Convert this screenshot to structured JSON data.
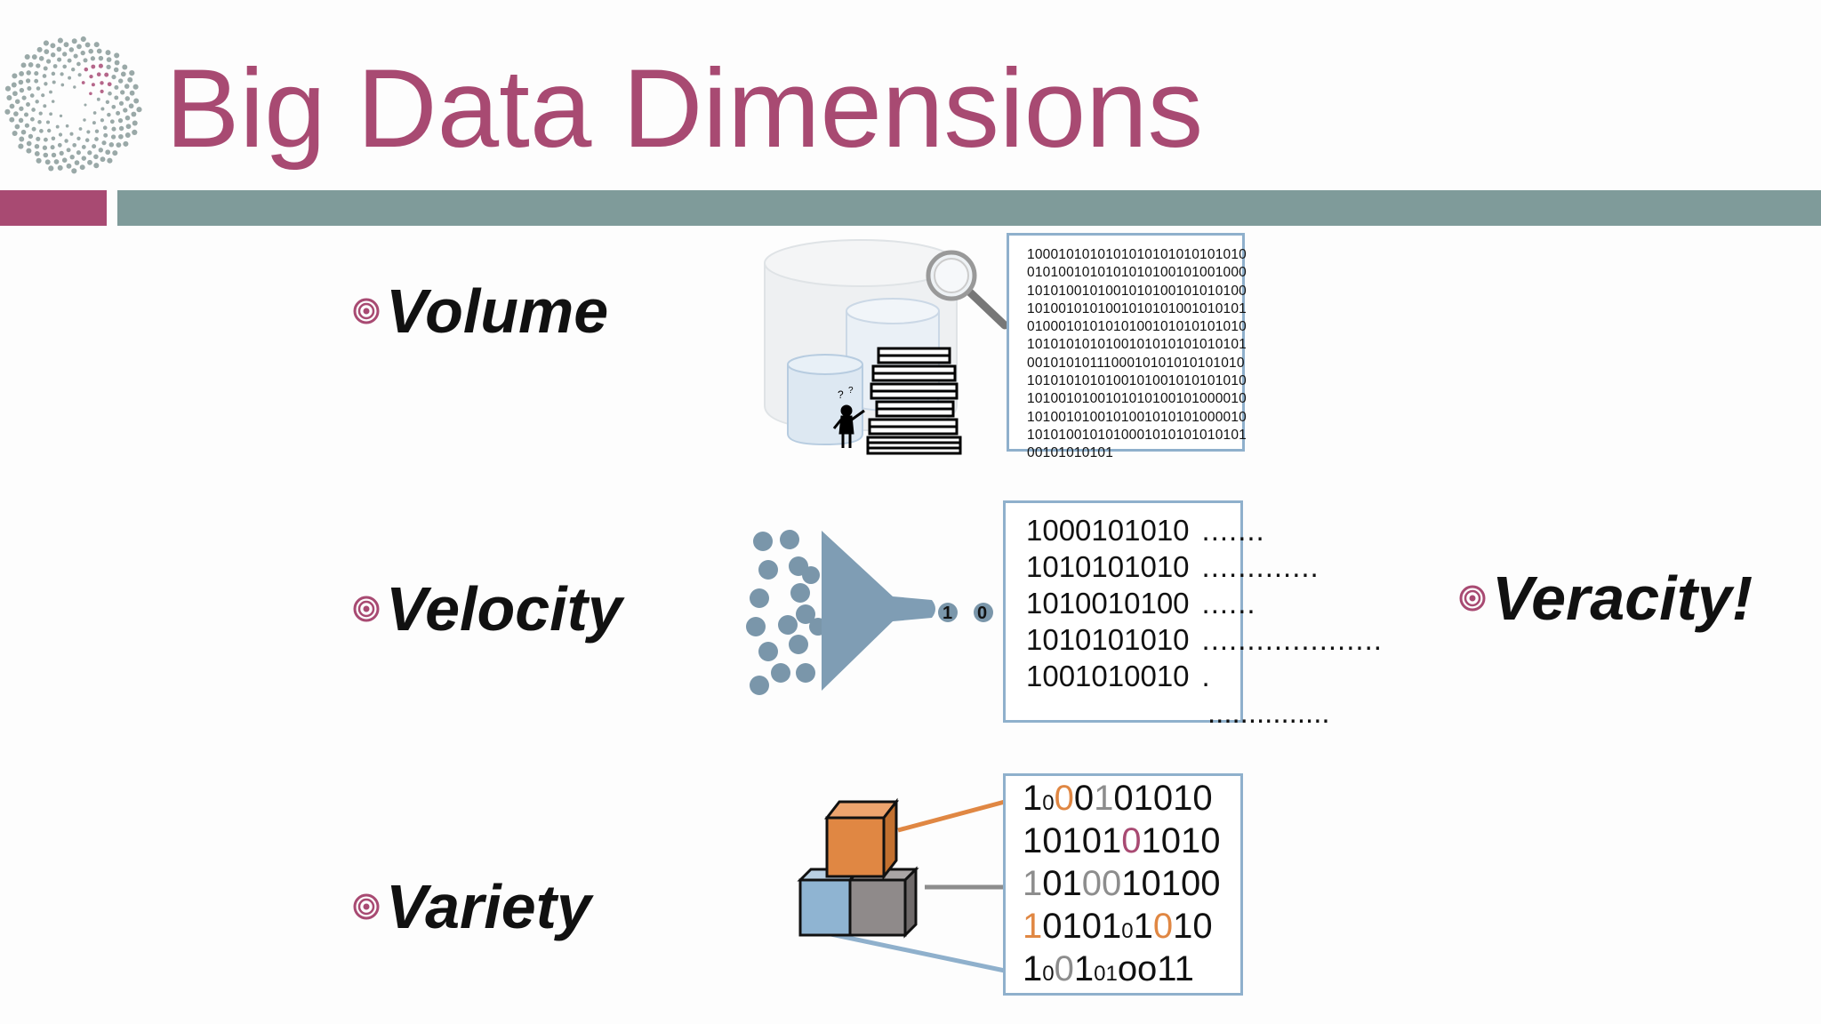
{
  "slide": {
    "title": "Big Data Dimensions",
    "colors": {
      "accent_pink": "#a84a72",
      "accent_teal": "#7f9b9a",
      "box_border": "#8fb0cc",
      "orange": "#e08743",
      "gray": "#8d8d8d"
    }
  },
  "bullets": {
    "icon": "target-bullet-icon",
    "volume": "Volume",
    "velocity": "Velocity",
    "variety": "Variety",
    "veracity": "Veracity!"
  },
  "volume_box": {
    "lines": [
      "1000101010101010101010101010",
      "0101001010101010100101001000",
      "1010100101001010100101010100",
      "1010010101001010101001010101",
      "0100010101010100101010101010",
      "1010101010100101010101010101",
      "0010101011100010101010101010",
      "1010101010100101001010101010",
      "1010010100101010100101000010",
      "1010010100101001010101000010",
      "1010100101010001010101010101",
      "00101010101"
    ]
  },
  "velocity_box": {
    "rows": [
      {
        "bits": "1000101010",
        "dots": "......."
      },
      {
        "bits": "1010101010",
        "dots": "............."
      },
      {
        "bits": "1010010100",
        "dots": "......"
      },
      {
        "bits": "1010101010",
        "dots": "...................."
      },
      {
        "bits": "1001010010",
        "dots": "."
      }
    ],
    "trailing_dots": "...............",
    "funnel_output": [
      "1",
      "0"
    ]
  },
  "variety_box": {
    "rows": [
      [
        "1",
        "0",
        "0",
        "0",
        "1",
        "01010"
      ],
      [
        "10101",
        "0",
        "1010"
      ],
      [
        "1",
        "01",
        "00",
        "10100"
      ],
      [
        "1",
        "0101",
        "0",
        "1",
        "0",
        "10"
      ],
      [
        "1",
        "0",
        "0",
        "1",
        "01",
        "oo11"
      ]
    ]
  }
}
